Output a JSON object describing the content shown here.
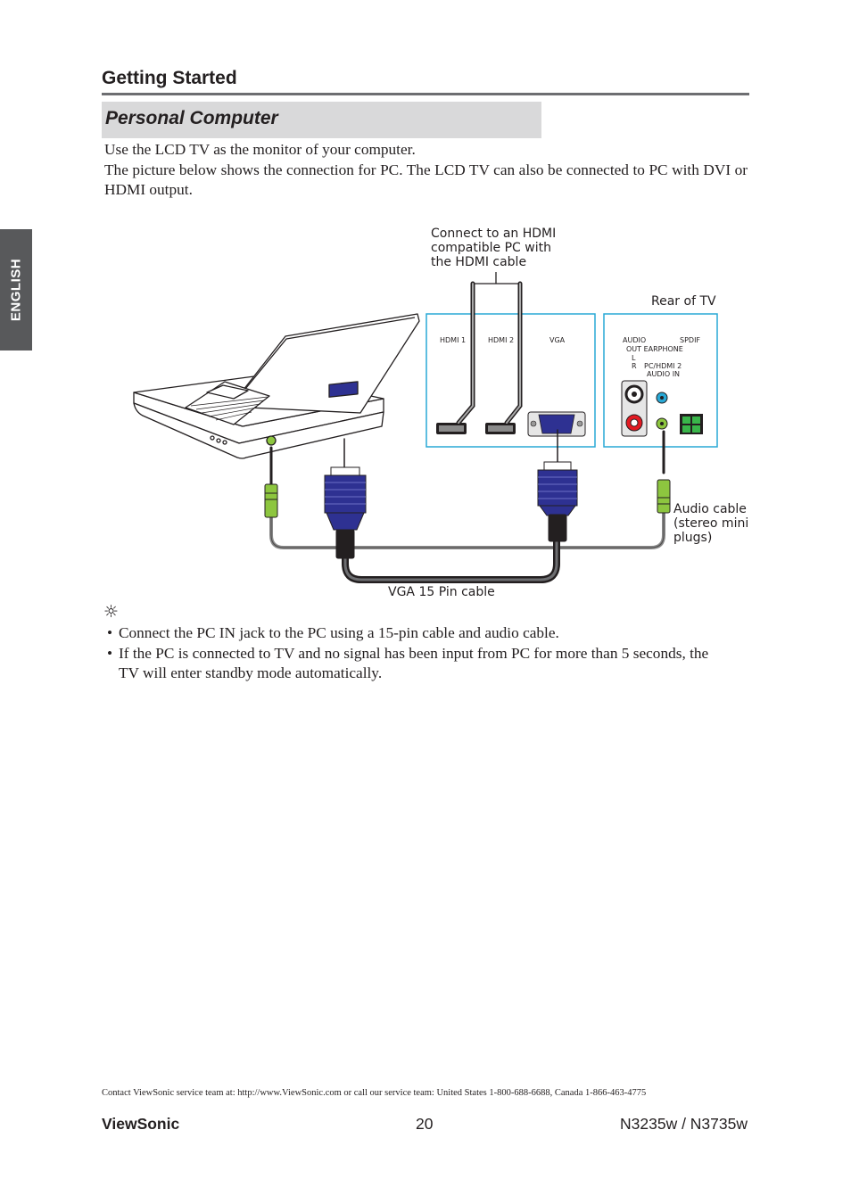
{
  "header": {
    "section": "Getting Started",
    "subsection": "Personal Computer"
  },
  "sidebar": {
    "language_tab": "ENGLISH"
  },
  "intro": {
    "line1": "Use the LCD TV as the monitor of your computer.",
    "line2": "The picture below shows the connection for PC. The LCD TV can also be connected to PC with DVI or HDMI output."
  },
  "diagram": {
    "hdmi_label": [
      "Connect to an HDMI",
      "compatible PC with",
      "the HDMI cable"
    ],
    "rear_label": "Rear of TV",
    "audio_label": [
      "Audio cable",
      "(stereo mini",
      "plugs)"
    ],
    "vga_label": "VGA 15 Pin cable",
    "ports": {
      "hdmi1": "HDMI 1",
      "hdmi2": "HDMI 2",
      "vga": "VGA",
      "audio": "AUDIO",
      "spdif": "SPDIF",
      "out_earphone": "OUT EARPHONE",
      "l": "L",
      "r": "R",
      "pc_hdmi2": "PC/HDMI 2",
      "audio_in": "AUDIO IN"
    },
    "colors": {
      "connector_blue": "#2e3192",
      "audio_green": "#8dc63f",
      "panel_border": "#29a9d6",
      "panel_jack_red": "#e31b23"
    }
  },
  "notes": {
    "icon": "☼",
    "items": [
      "Connect the PC IN jack to the PC using a 15-pin cable and audio cable.",
      "If the PC is connected to TV and no signal has been input from PC for more than 5 seconds, the TV will enter standby mode automatically."
    ]
  },
  "footer": {
    "contact": "Contact ViewSonic service team at: http://www.ViewSonic.com or call our service team: United States 1-800-688-6688, Canada 1-866-463-4775",
    "brand": "ViewSonic",
    "page": "20",
    "model": "N3235w / N3735w"
  }
}
